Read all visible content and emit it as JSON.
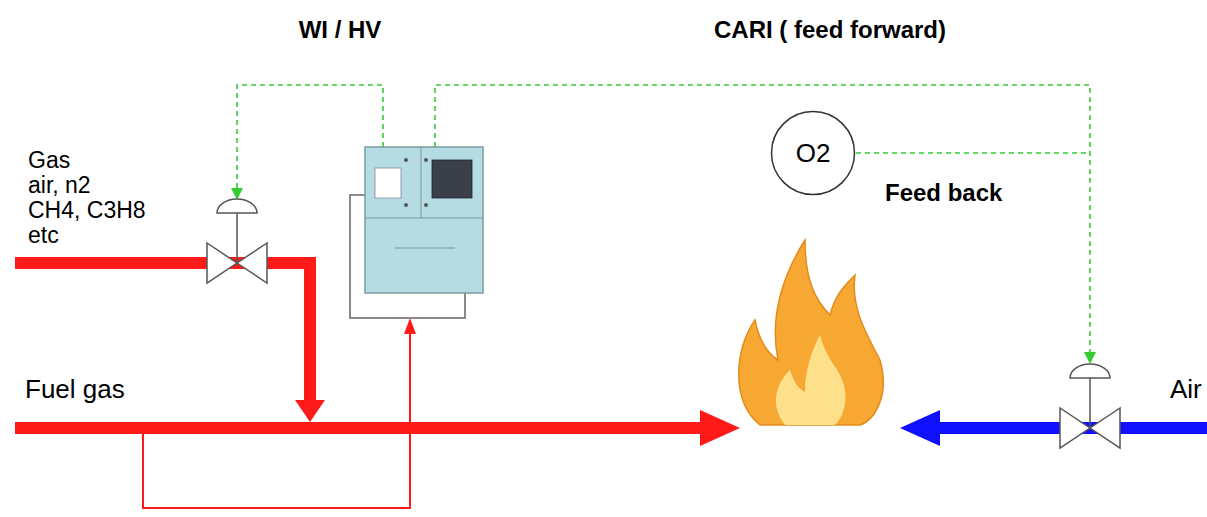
{
  "diagram": {
    "nodes": [
      {
        "text": [
          "O2"
        ]
      }
    ],
    "labels": [
      "WI / HV",
      "CARI ( feed forward)",
      "Gas",
      "air, n2",
      "CH4, C3H8",
      "etc",
      "Feed back",
      "Fuel gas",
      "Air"
    ]
  }
}
